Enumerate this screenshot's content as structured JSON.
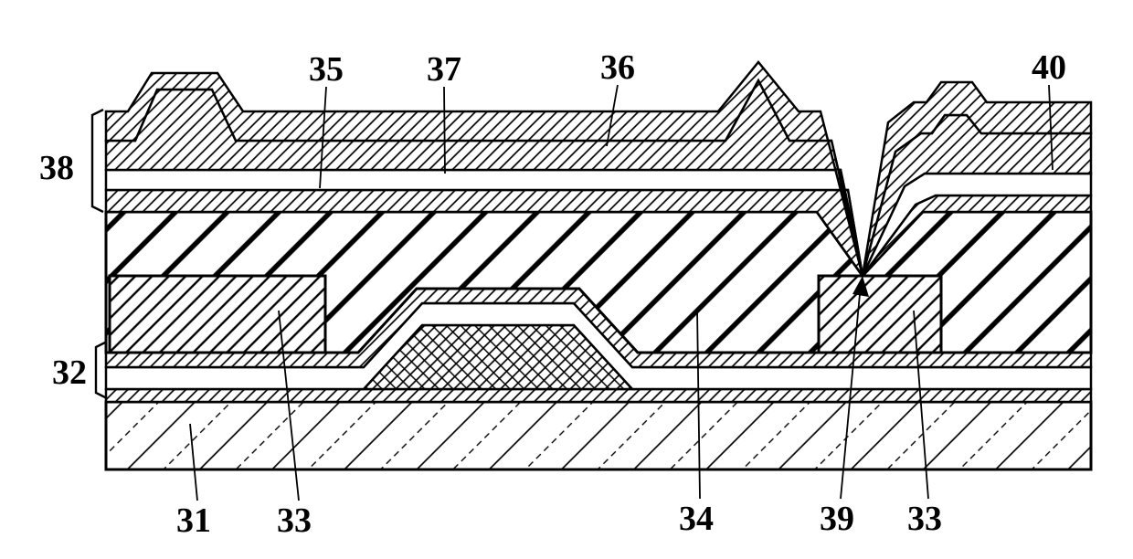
{
  "figure": {
    "background": "#ffffff",
    "line_color": "#000000",
    "labels": {
      "l31": "31",
      "l32": "32",
      "l33_left": "33",
      "l33_right": "33",
      "l34": "34",
      "l35": "35",
      "l36": "36",
      "l37": "37",
      "l38": "38",
      "l39": "39",
      "l40": "40"
    }
  }
}
